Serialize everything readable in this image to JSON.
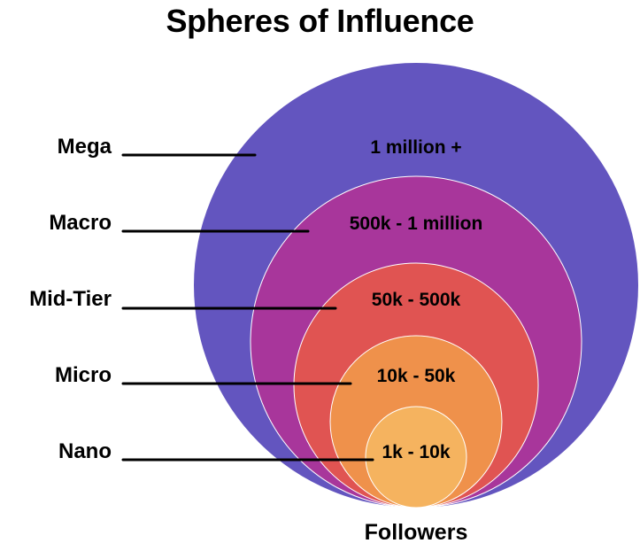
{
  "title": "Spheres of Influence",
  "axis_label": "Followers",
  "colors": {
    "mega": "#6355bf",
    "macro": "#a8369b",
    "mid_tier": "#e05452",
    "micro": "#ef914b",
    "nano": "#f5b35f",
    "ring_border": "#ffffff",
    "leader_line": "#000000"
  },
  "tiers": [
    {
      "name": "Mega",
      "range": "1 million +"
    },
    {
      "name": "Macro",
      "range": "500k - 1 million"
    },
    {
      "name": "Mid-Tier",
      "range": "50k - 500k"
    },
    {
      "name": "Micro",
      "range": "10k - 50k"
    },
    {
      "name": "Nano",
      "range": "1k - 10k"
    }
  ],
  "chart_data": {
    "type": "nested-circles",
    "title": "Spheres of Influence",
    "xlabel": "Followers",
    "categories": [
      "Mega",
      "Macro",
      "Mid-Tier",
      "Micro",
      "Nano"
    ],
    "ranges": [
      "1 million +",
      "500k - 1 million",
      "50k - 500k",
      "10k - 50k",
      "1k - 10k"
    ],
    "order": "outermost to innermost"
  }
}
